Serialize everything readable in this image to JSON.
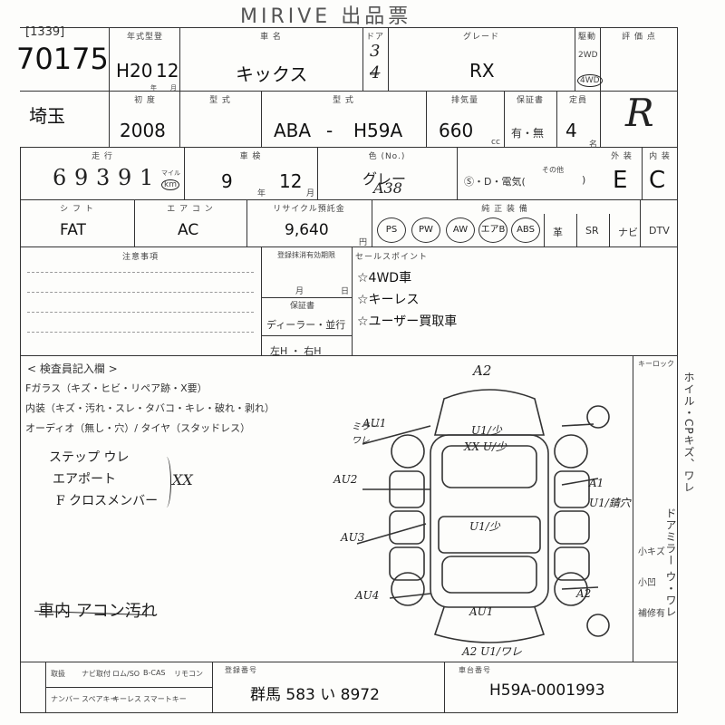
{
  "header": {
    "title": "MIRIVE 出品票",
    "lot_code": "[1339]",
    "lot_no": "70175",
    "region": "埼玉"
  },
  "labels": {
    "nenshiki": "年式型登",
    "shamei": "車 名",
    "door": "ドア",
    "grade": "グレード",
    "drive": "駆動",
    "score": "評 価 点",
    "shoshiki": "初 度",
    "katashiki": "型 式",
    "keishiki": "型 式",
    "haiki": "排気量",
    "hoshoken": "保証書",
    "seki": "定員",
    "mileage": "走 行",
    "shaken": "車 検",
    "color": "色 (No.)",
    "gaisou": "外 装",
    "naisou": "内 装",
    "shift": "シ フ ト",
    "aircon": "エ ア コ ン",
    "recycle": "リサイクル預託金",
    "soubi": "純 正 装 備",
    "caution": "注意事項",
    "registration": "登録抹消有効期限",
    "sales": "セールスポイント",
    "inspector": "< 検査員記入欄 >",
    "keyless_label": "キーロック",
    "plate": "登録番号",
    "chassis": "車台番号",
    "year_unit": "年",
    "month_unit": "月",
    "cc": "cc",
    "km": "km",
    "persons": "名",
    "dealer": "ディーラー・並行",
    "handle": "左H ・ 右H",
    "hoshou_kan": "保証書"
  },
  "values": {
    "era": "H20",
    "month": "12",
    "car_name": "キックス",
    "door": "3",
    "door_sub": "4",
    "grade": "RX",
    "drive_2wd": "2WD",
    "drive_4wd": "4WD",
    "score": "R",
    "year": "2008",
    "model_prefix": "ABA",
    "model_dash": "-",
    "model": "H59A",
    "displacement": "660",
    "warranty": "有・無",
    "seats": "4",
    "mileage_digits": [
      "6",
      "9",
      "3",
      "9",
      "1"
    ],
    "mileage_unit_top": "マイル",
    "mileage_unit": "km",
    "shaken_year": "9",
    "shaken_month": "12",
    "color": "グレー",
    "color_code": "A38",
    "paint": "Ⓢ・D・電気(",
    "paint_other": "その他",
    "paint_end": ")",
    "exterior": "E",
    "interior": "C",
    "shift": "FAT",
    "aircon": "AC",
    "recycle": "9,640",
    "recycle_unit": "円",
    "plate": "群馬 583 い 8972",
    "chassis": "H59A-0001993",
    "registration_month": "月",
    "registration_day": "日"
  },
  "equipment": [
    "PS",
    "PW",
    "AW",
    "エアB",
    "ABS",
    "革",
    "SR",
    "ナビ",
    "DTV"
  ],
  "sales_points": [
    "☆4WD車",
    "☆キーレス",
    "☆ユーザー買取車"
  ],
  "inspector_lines": [
    "Fガラス（キズ・ヒビ・リペア跡・X要）",
    "内装（キズ・汚れ・スレ・タバコ・キレ・破れ・剥れ）",
    "オーディオ（無し・穴）/ タイヤ（スタッドレス）"
  ],
  "handwritten": {
    "notes": [
      "ステップ ウレ",
      "エアポート",
      "F クロスメンバー"
    ],
    "notes_suffix": "XX",
    "bottom": "車内 アコン汚れ",
    "top_mark": "A2",
    "marks": [
      "AU1",
      "AU2",
      "AU3",
      "AU4",
      "U1/少",
      "XX U/少",
      "A1",
      "U1/錆穴",
      "A2",
      "AU1",
      "U1/少",
      "A2 U1/ワレ"
    ],
    "side": "ミラー ワレ"
  },
  "bottom_row": {
    "top": [
      "取扱",
      "ナビ取付",
      "ロム/SO",
      "B-CAS",
      "リモコン"
    ],
    "bottom": [
      "ナンバー",
      "スペアキー",
      "キーレス",
      "スマートキー"
    ]
  },
  "right_side": {
    "vertical1": "ホイル・CPキズ、ワレ",
    "vertical2": "ドアミラー ウ・ワレ",
    "col_items": [
      "小キズ",
      "小凹",
      "補修有"
    ]
  }
}
